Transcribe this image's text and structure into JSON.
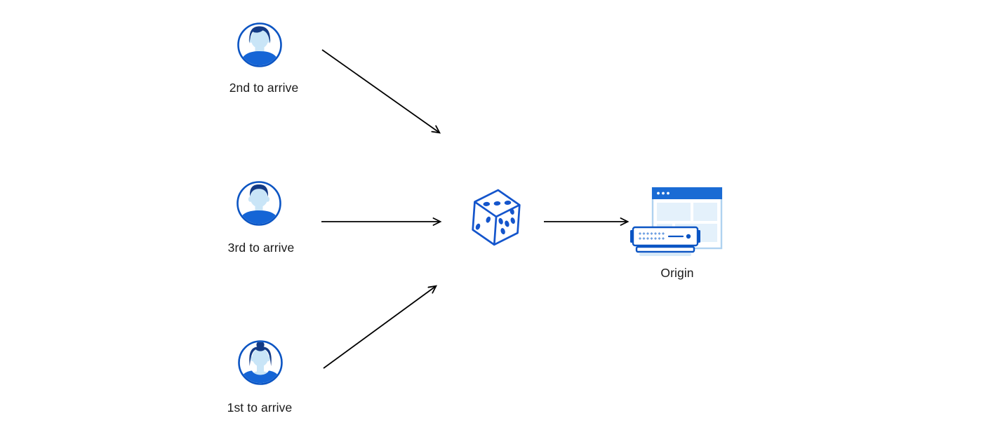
{
  "diagram": {
    "nodes": {
      "visitor_2nd": {
        "label": "2nd to arrive",
        "icon": "male-avatar-icon"
      },
      "visitor_3rd": {
        "label": "3rd to arrive",
        "icon": "male-avatar-icon"
      },
      "visitor_1st": {
        "label": "1st to arrive",
        "icon": "female-avatar-icon"
      },
      "selector": {
        "icon": "dice-icon"
      },
      "origin": {
        "label": "Origin",
        "icon": "origin-server-browser-icon"
      }
    },
    "edges": [
      {
        "from": "visitor_2nd",
        "to": "selector",
        "style": "black-arrow"
      },
      {
        "from": "visitor_3rd",
        "to": "selector",
        "style": "black-arrow"
      },
      {
        "from": "visitor_1st",
        "to": "selector",
        "style": "black-arrow"
      },
      {
        "from": "selector",
        "to": "origin",
        "style": "black-arrow"
      }
    ]
  },
  "colors": {
    "background": "#ffffff",
    "ring_blue": "#0c55c3",
    "shirt_blue": "#1565d6",
    "hair_navy": "#143b86",
    "skin_blue": "#c9e5f7",
    "skin_shadow": "#a9d2ec",
    "dice_blue": "#1455cc",
    "titlebar_blue": "#1a6bd4",
    "window_border": "#afd2f0",
    "panel_blue": "#e4f1fb",
    "server_border": "#0b55c4",
    "pattern_blue": "#6fa0e2",
    "shadow_blue": "#d7eaf9",
    "arrow": "#000000",
    "label_text": "#1a1a1a"
  }
}
